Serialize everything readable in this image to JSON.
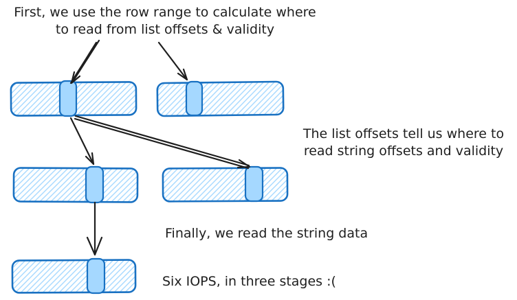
{
  "captions": {
    "step1_line1": "First, we use the row range to calculate where",
    "step1_line2": "to read from list offsets & validity",
    "step2_line1": "The list offsets tell us where to",
    "step2_line2": "read string offsets and validity",
    "step3": "Finally, we read the string data",
    "summary": "Six IOPS, in three stages :("
  },
  "colors": {
    "buffer_stroke": "#1971c2",
    "buffer_hatch": "#a5d8ff",
    "highlight_fill": "#a5d8ff",
    "arrow": "#1e1e1e",
    "text": "#1e1e1e",
    "background": "#ffffff"
  }
}
